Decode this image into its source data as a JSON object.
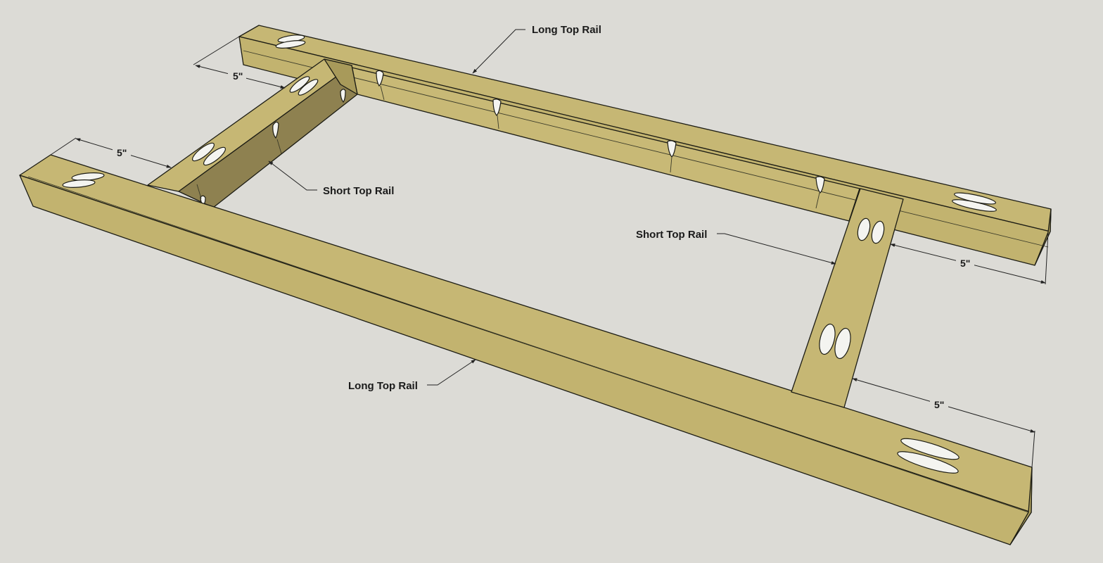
{
  "labels": {
    "long_top_rail_back": "Long Top Rail",
    "long_top_rail_front": "Long Top Rail",
    "short_top_rail_left": "Short Top Rail",
    "short_top_rail_right": "Short Top Rail"
  },
  "dimensions": {
    "back_left_offset": "5\"",
    "front_left_offset": "5\"",
    "back_right_offset": "5\"",
    "front_right_offset": "5\""
  },
  "colors": {
    "background": "#dcdbd6",
    "wood_top": "#c6b774",
    "wood_side": "#bfb06b",
    "wood_shadow": "#8c7f4c",
    "pocket_hole": "#f4f4f0"
  }
}
